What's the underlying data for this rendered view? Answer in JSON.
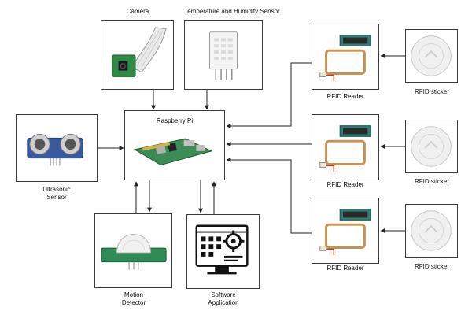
{
  "diagram": {
    "hub": {
      "label": "Raspberry Pi"
    },
    "camera": {
      "label": "Camera"
    },
    "temp_sensor": {
      "label": "Temperature and Humidity Sensor"
    },
    "ultrasonic": {
      "label_line1": "Ultrasonic",
      "label_line2": "Sensor"
    },
    "motion": {
      "label_line1": "Motion",
      "label_line2": "Detector"
    },
    "software": {
      "label_line1": "Software",
      "label_line2": "Application"
    },
    "rfid": [
      {
        "reader_label": "RFID Reader",
        "sticker_label": "RFID sticker"
      },
      {
        "reader_label": "RFID Reader",
        "sticker_label": "RFID sticker"
      },
      {
        "reader_label": "RFID Reader",
        "sticker_label": "RFID sticker"
      }
    ]
  },
  "colors": {
    "border": "#3a3a3a",
    "pcb_green": "#3c8d55",
    "pcb_teal": "#2f7f78",
    "copper_coil": "#c9914a",
    "sensor_blue": "#3a5aa0"
  }
}
